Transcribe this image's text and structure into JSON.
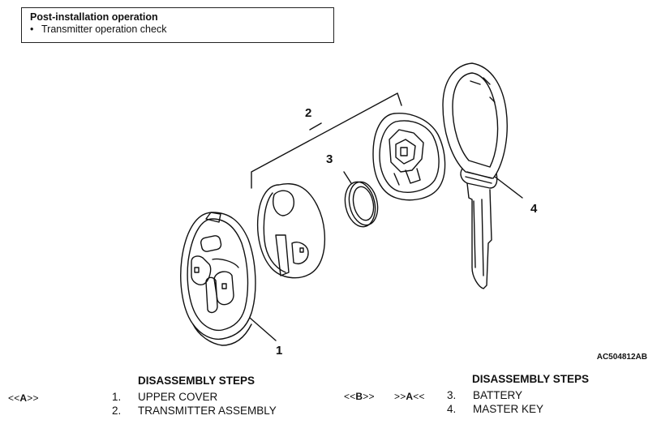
{
  "note": {
    "title": "Post-installation operation",
    "items": [
      "Transmitter operation check"
    ]
  },
  "callouts": {
    "c1": "1",
    "c2": "2",
    "c3": "3",
    "c4": "4"
  },
  "figure_id": "AC504812AB",
  "left_block": {
    "heading": "DISASSEMBLY STEPS",
    "code_prefix": "<<",
    "code_letter": "A",
    "code_suffix": ">>",
    "steps": [
      {
        "num": "1.",
        "label": "UPPER COVER"
      },
      {
        "num": "2.",
        "label": "TRANSMITTER ASSEMBLY"
      }
    ]
  },
  "right_block": {
    "heading": "DISASSEMBLY STEPS",
    "code1_prefix": "<<",
    "code1_letter": "B",
    "code1_suffix": ">>",
    "code2_prefix": ">>",
    "code2_letter": "A",
    "code2_suffix": "<<",
    "steps": [
      {
        "num": "3.",
        "label": "BATTERY"
      },
      {
        "num": "4.",
        "label": "MASTER KEY"
      }
    ]
  }
}
